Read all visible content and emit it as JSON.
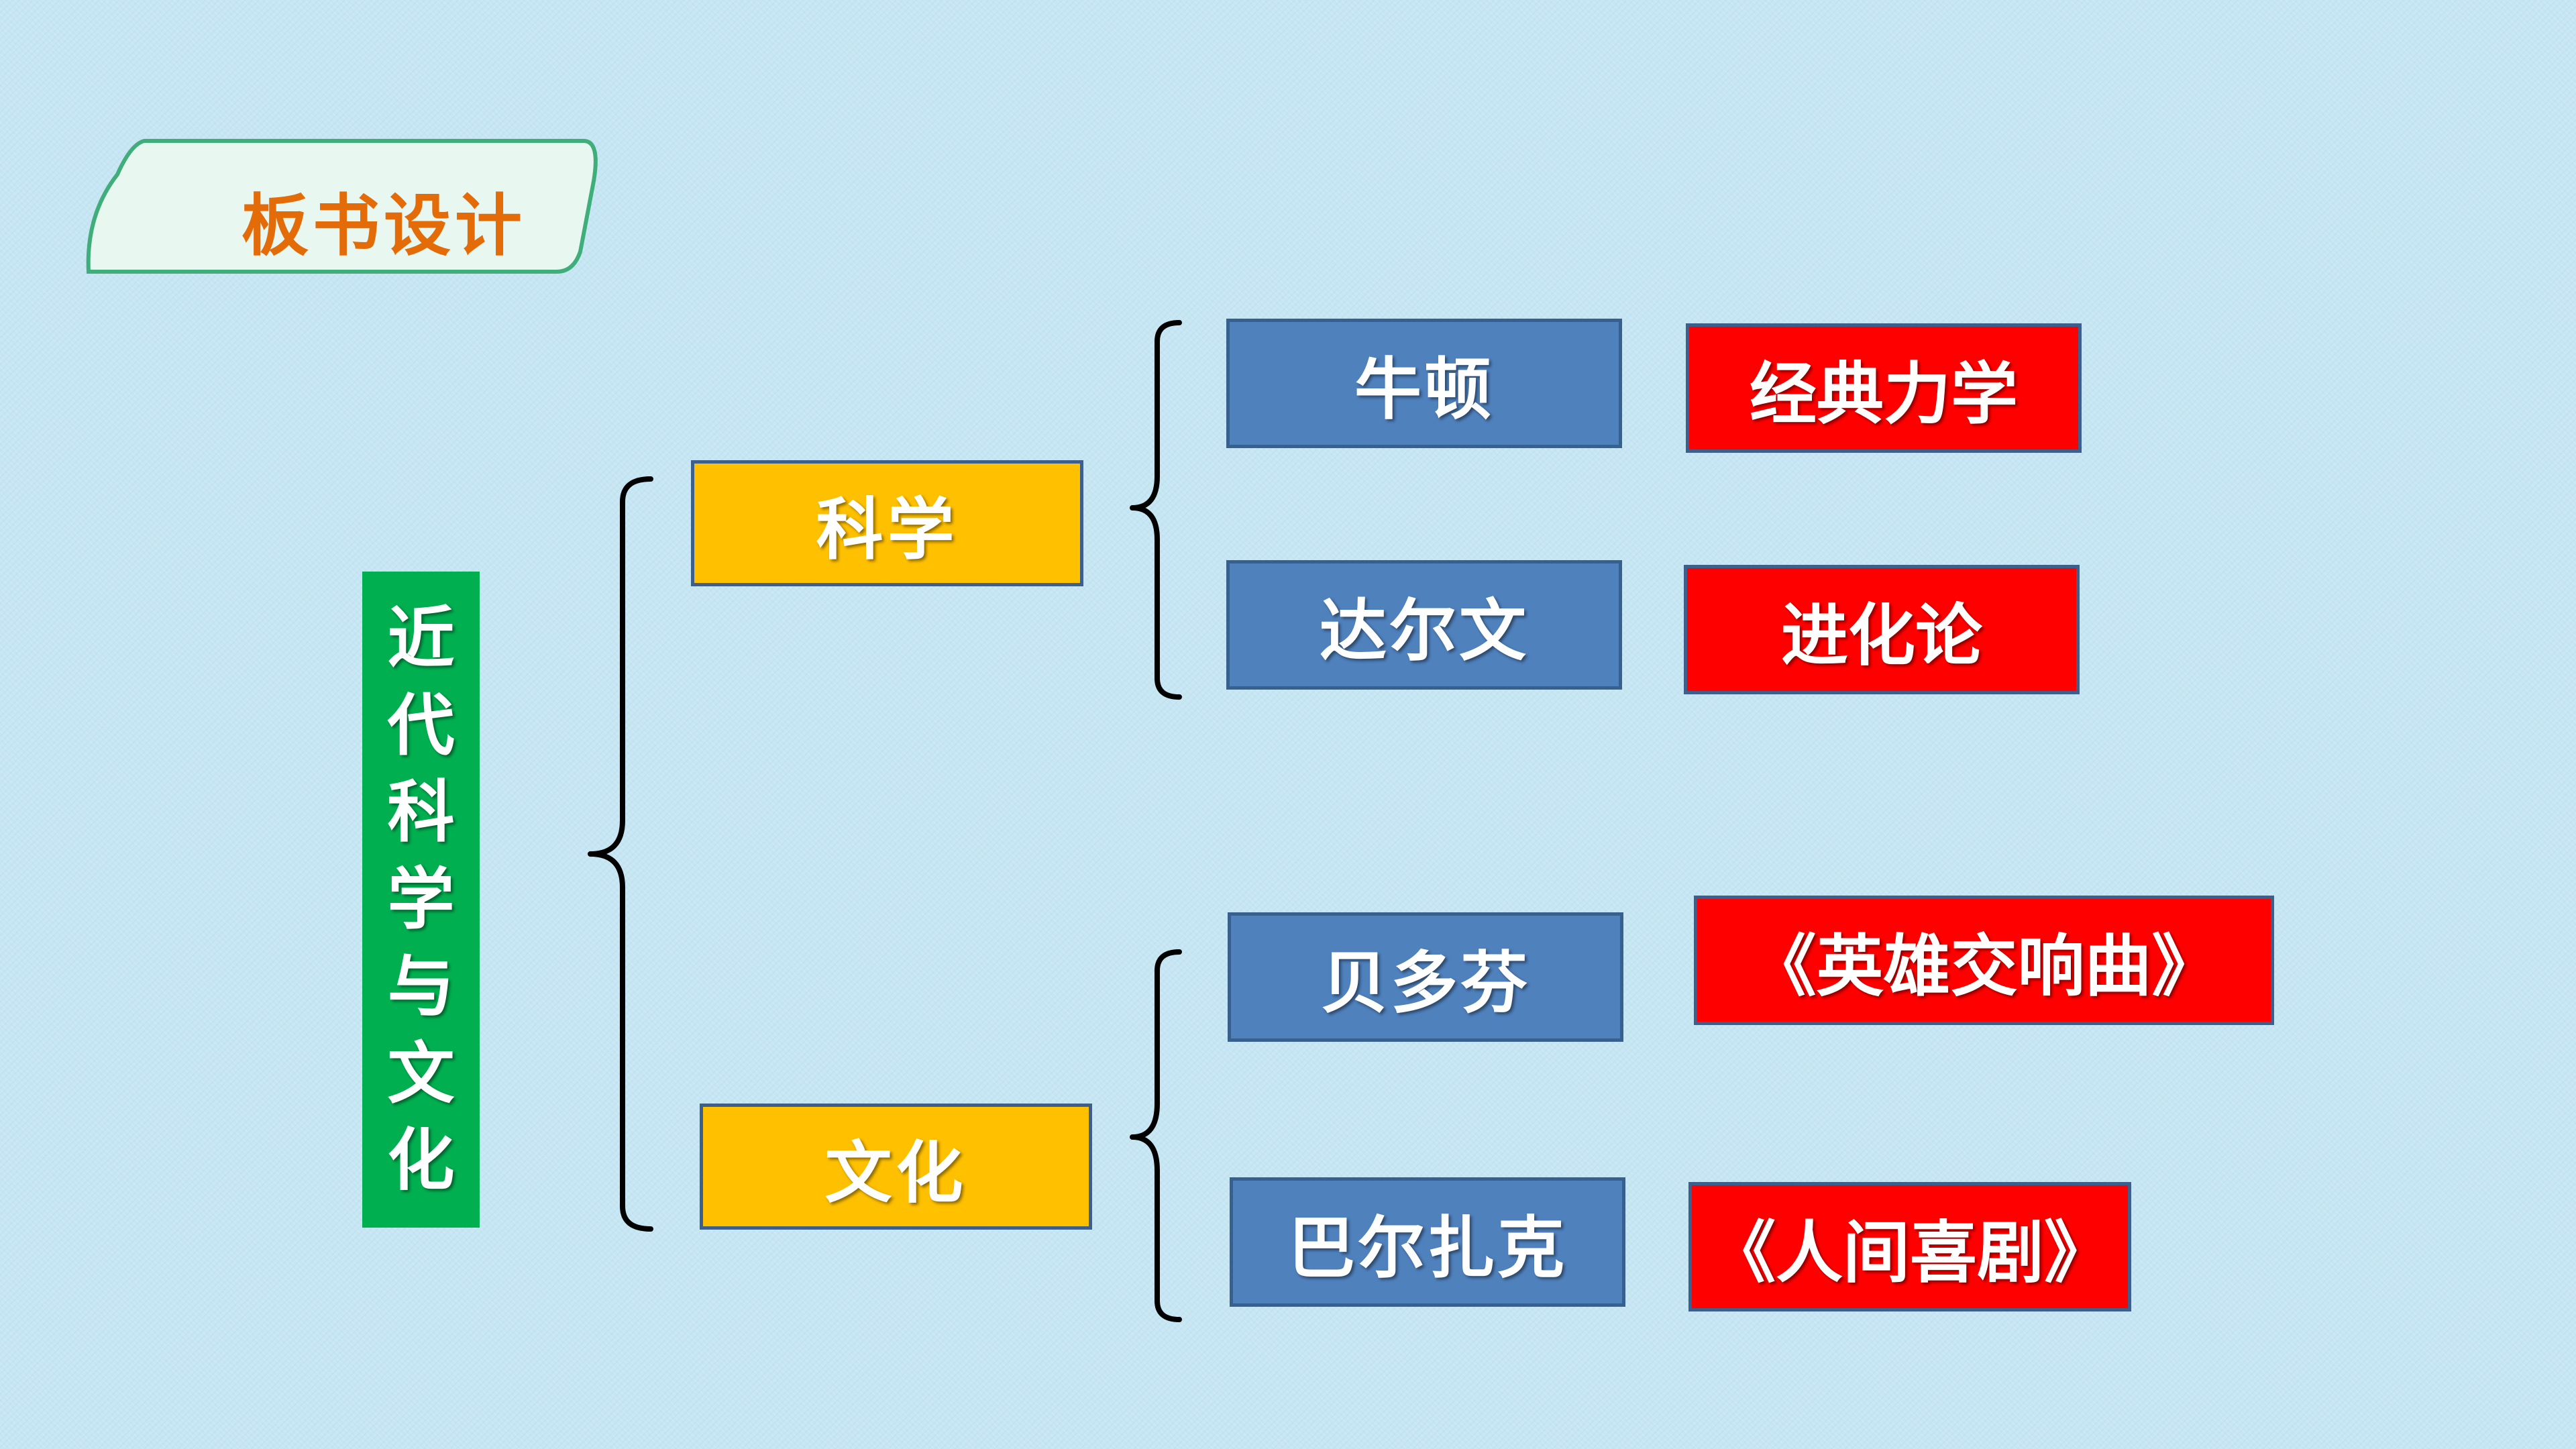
{
  "heading": "板书设计",
  "root": {
    "label": "近代科学与文化",
    "color": "#00b050"
  },
  "colors": {
    "category": "#ffc000",
    "person": "#4f81bd",
    "work": "#ff0000",
    "heading_text": "#e36c09",
    "heading_tab": "#e9f7f1",
    "heading_border": "#3fae7a"
  },
  "branches": [
    {
      "category": "科学",
      "items": [
        {
          "person": "牛顿",
          "work": "经典力学"
        },
        {
          "person": "达尔文",
          "work": "进化论"
        }
      ]
    },
    {
      "category": "文化",
      "items": [
        {
          "person": "贝多芬",
          "work": "《英雄交响曲》"
        },
        {
          "person": "巴尔扎克",
          "work": "《人间喜剧》"
        }
      ]
    }
  ]
}
